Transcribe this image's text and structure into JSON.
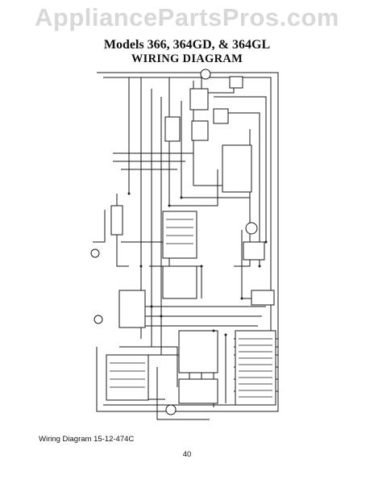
{
  "watermark": "AppliancePartsPros.com",
  "title": {
    "line1": "Models 366, 364GD, & 364GL",
    "line2": "WIRING DIAGRAM"
  },
  "caption": "Wiring Diagram 15-12-474C",
  "page_number": "40"
}
